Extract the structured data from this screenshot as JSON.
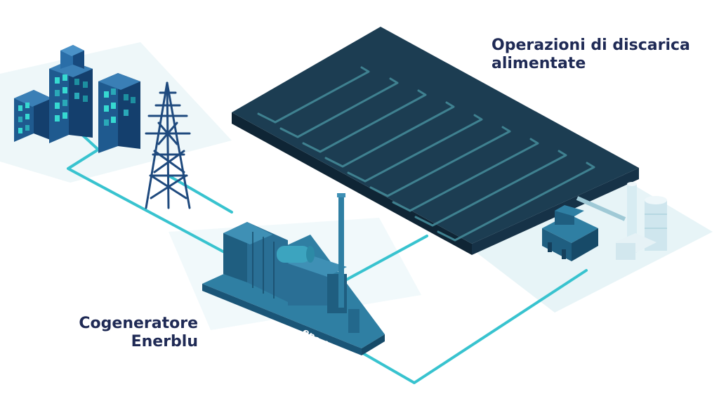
{
  "labels": {
    "landfill_line1": "Operazioni di discarica",
    "landfill_line2": "alimentate",
    "cogen_line1": "Cogeneratore",
    "cogen_line2": "Enerblu"
  },
  "branding": {
    "logo_text": "enerblu"
  },
  "colors": {
    "connector": "#38c3cf",
    "landfill_top": "#1c3d52",
    "landfill_side": "#0f2535",
    "landfill_channel": "#3f8190",
    "machine_dark": "#1f5e80",
    "machine_mid": "#2f7fa3",
    "building_front": "#1f5a8f",
    "building_side": "#143f6d",
    "window_lit": "#36d9d1",
    "label_text": "#1f2a55",
    "ground_tint": "#e7f4f7"
  }
}
